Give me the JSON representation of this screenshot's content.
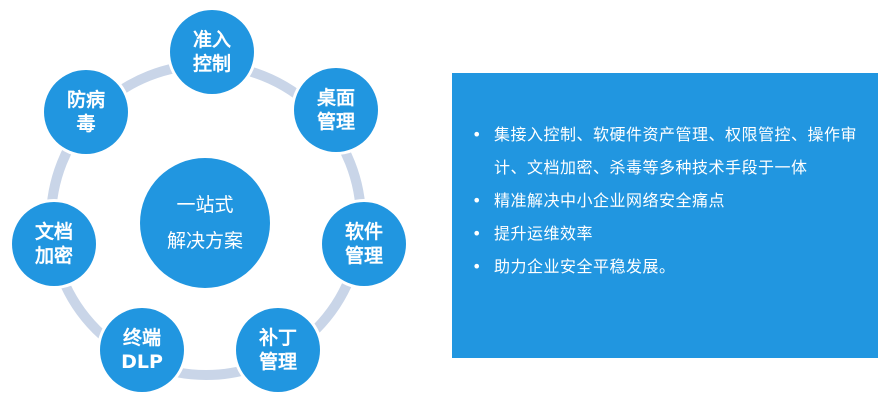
{
  "diagram": {
    "center": {
      "line1": "一站式",
      "line2": "解决方案"
    },
    "nodes": [
      {
        "line1": "准入",
        "line2": "控制"
      },
      {
        "line1": "桌面",
        "line2": "管理"
      },
      {
        "line1": "软件",
        "line2": "管理"
      },
      {
        "line1": "补丁",
        "line2": "管理"
      },
      {
        "line1": "终端",
        "line2": "DLP"
      },
      {
        "line1": "文档",
        "line2": "加密"
      },
      {
        "line1": "防病",
        "line2": "毒"
      }
    ]
  },
  "panel": {
    "bullet": "•",
    "items": [
      "集接入控制、软硬件资产管理、权限管控、操作审计、文档加密、杀毒等多种技术手段于一体",
      "精准解决中小企业网络安全痛点",
      "提升运维效率",
      "助力企业安全平稳发展。"
    ]
  },
  "colors": {
    "node_fill": "#2196e0",
    "ring": "#c9d5e8",
    "panel_fill": "#2196e0",
    "text": "#ffffff"
  }
}
